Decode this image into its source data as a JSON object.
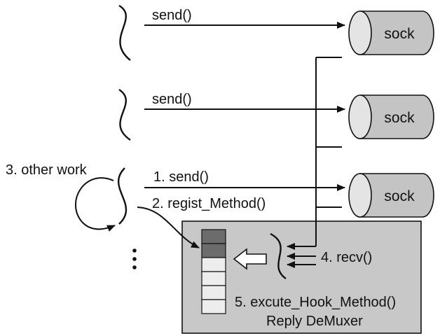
{
  "threads": [
    {
      "call": "send()"
    },
    {
      "call": "send()"
    },
    {
      "call": "1. send()",
      "extra_call": "2. regist_Method()",
      "note": "3. other work"
    }
  ],
  "sockets": [
    {
      "label": "sock"
    },
    {
      "label": "sock"
    },
    {
      "label": "sock"
    }
  ],
  "demuxer": {
    "recv_label": "4. recv()",
    "hook_label": "5. excute_Hook_Method()",
    "title": "Reply DeMuxer"
  },
  "colors": {
    "box_fill": "#c8c8c8",
    "sock_body": "#c4c4c4",
    "sock_cap": "#e4e4e4",
    "queue_filled": "#6c6c6c",
    "queue_empty": "#ededed",
    "stroke": "#111111"
  }
}
